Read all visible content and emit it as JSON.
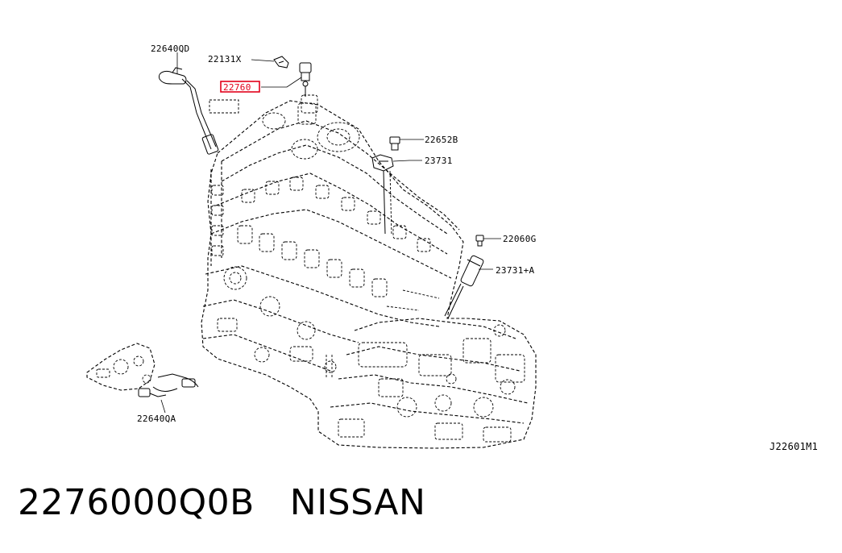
{
  "callouts": {
    "c1": "22640QD",
    "c2": "22131X",
    "c3": "22760",
    "c4": "22652B",
    "c5": "23731",
    "c6": "22060G",
    "c7": "23731+A",
    "c8": "22640QA"
  },
  "diagram_id": "J22601M1",
  "footer": {
    "part_number": "2276000Q0B",
    "brand": "NISSAN"
  },
  "colors": {
    "highlight": "#e2001a",
    "ink": "#000000"
  }
}
